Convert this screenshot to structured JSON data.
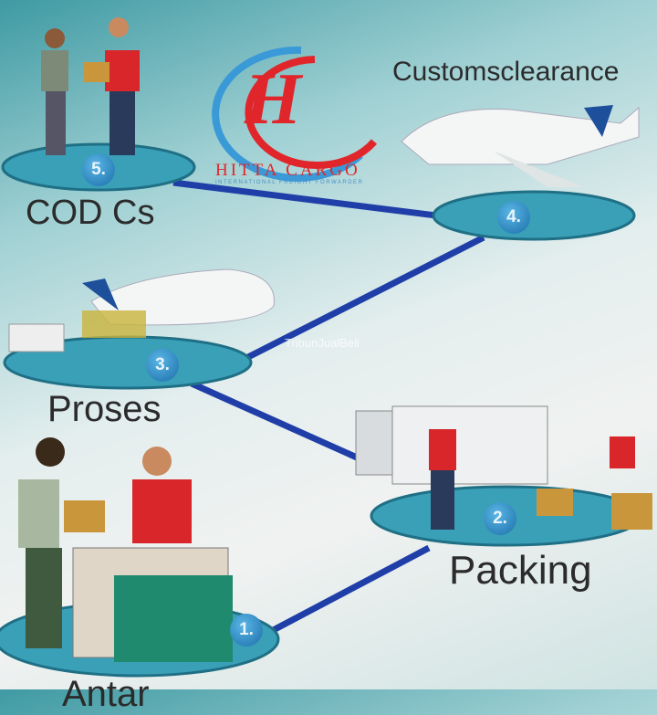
{
  "logo": {
    "monogram": "H",
    "title": "HITTA CARGO",
    "subtitle": "INTERNATIONAL FREIGHT FORWARDER"
  },
  "watermark": "TribunJualBeli",
  "steps": [
    {
      "number": "1.",
      "label": "Antar"
    },
    {
      "number": "2.",
      "label": "Packing"
    },
    {
      "number": "3.",
      "label": "Proses"
    },
    {
      "number": "4.",
      "label": "Customsclearance"
    },
    {
      "number": "5.",
      "label": "COD Cs"
    }
  ],
  "colors": {
    "connector": "#1f3ea8",
    "platform": "#3aa0b8",
    "brand_red": "#e0262a",
    "brand_blue": "#3a9ad8"
  }
}
